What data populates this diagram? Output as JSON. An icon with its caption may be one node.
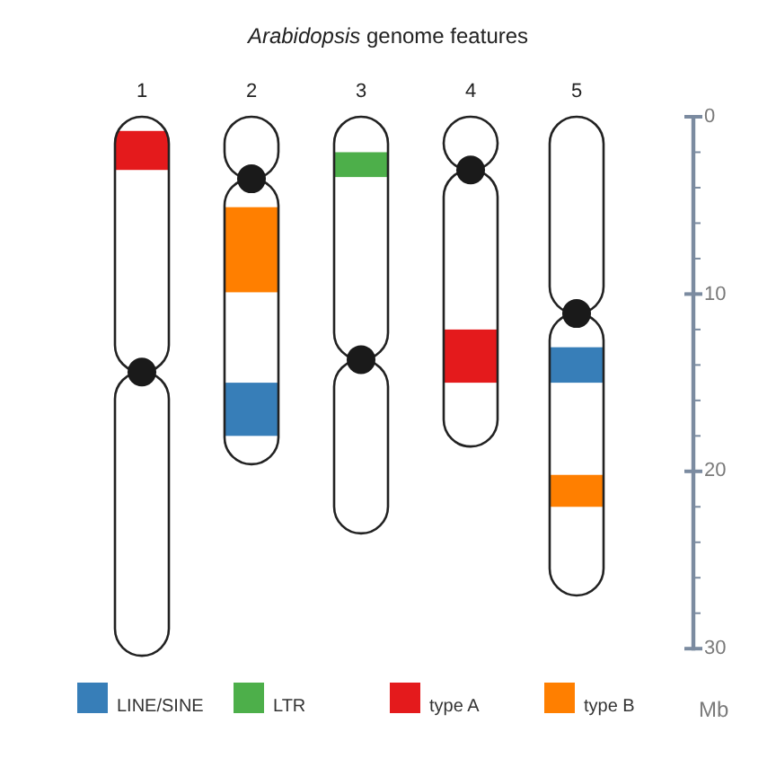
{
  "diagram": {
    "title": "*Arabidopsis* genome features",
    "nodes": [
      {
        "text": [
          "1"
        ]
      },
      {
        "text": [
          "2"
        ]
      },
      {
        "text": [
          "3"
        ]
      },
      {
        "text": [
          "4"
        ]
      },
      {
        "text": [
          "5"
        ]
      }
    ],
    "edges": [],
    "labels": [
      "0",
      "10",
      "20",
      "30",
      "Mb"
    ],
    "legend": [
      {
        "text": "LINE/SINE",
        "color": "#377eb8"
      },
      {
        "text": "LTR",
        "color": "#4daf4a"
      },
      {
        "text": "type A",
        "color": "#e41a1c"
      },
      {
        "text": "type B",
        "color": "#ff7f00"
      }
    ]
  }
}
